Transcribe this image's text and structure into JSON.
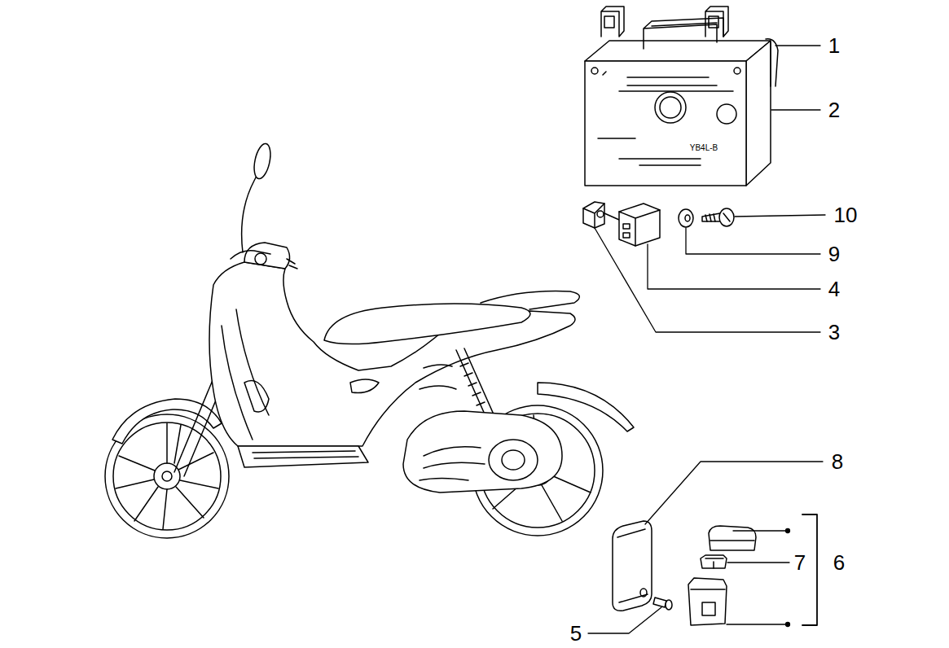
{
  "diagram": {
    "labels": [
      "1",
      "2",
      "10",
      "9",
      "4",
      "3",
      "8",
      "7",
      "6",
      "5",
      "YB4L-B"
    ]
  }
}
